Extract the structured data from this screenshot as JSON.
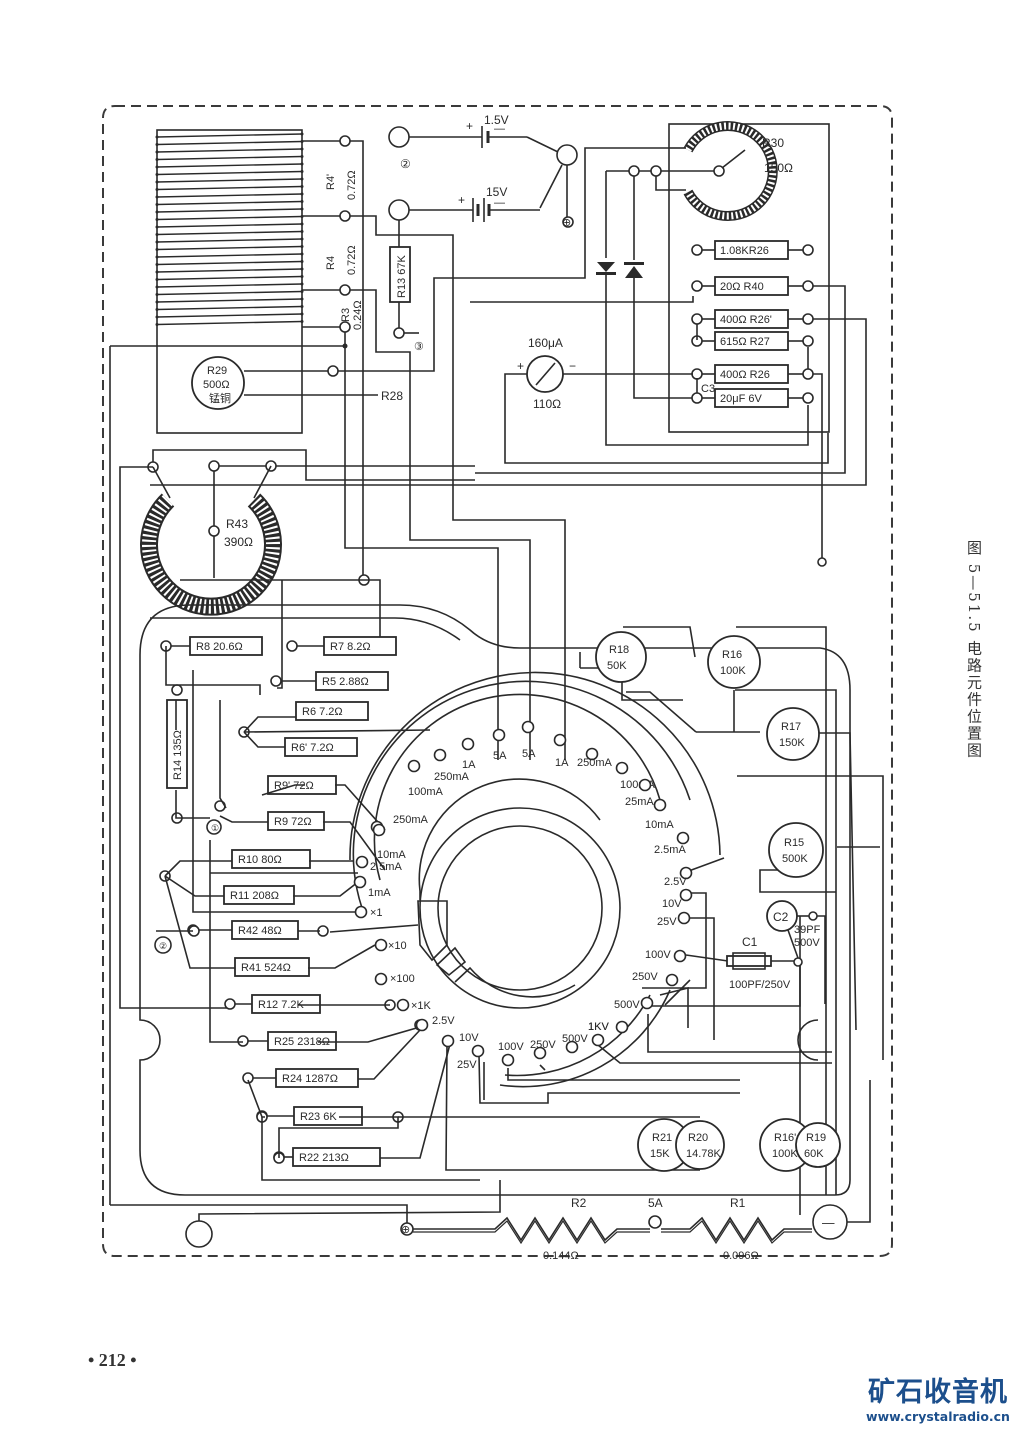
{
  "figure": {
    "caption": "图 5—51.5  电路元件位置图",
    "page_number": "• 212 •"
  },
  "watermark": {
    "title": "矿石收音机",
    "url": "www.crystalradio.cn"
  },
  "shunt_coil": {
    "taps": [
      {
        "name": "R4'",
        "value": "0.72Ω"
      },
      {
        "name": "R4",
        "value": "0.72Ω"
      },
      {
        "name": "R3",
        "value": "0.24Ω"
      }
    ],
    "pot": {
      "name": "R29",
      "value": "500Ω",
      "note": "锰铜"
    },
    "r28_label": "R28"
  },
  "batteries": [
    {
      "label": "1.5V",
      "plus": "+",
      "minus": "—"
    },
    {
      "label": "15V",
      "plus": "+",
      "minus": "—"
    }
  ],
  "terminal_marks": {
    "two": "②",
    "three": "③",
    "one": "①",
    "plus": "⊕"
  },
  "r13": {
    "label": "R13 67K"
  },
  "meter": {
    "label": "160μA",
    "resistance": "110Ω",
    "plus": "+",
    "minus": "−"
  },
  "r30": {
    "name": "R30",
    "value": "150Ω"
  },
  "meter_board": {
    "resistors": [
      "1.08KR26",
      "20Ω R40",
      "400Ω R26'",
      "615Ω R27",
      "400Ω R26",
      "20μF 6V"
    ],
    "c3_label": "C3"
  },
  "r43": {
    "name": "R43",
    "value": "390Ω"
  },
  "switch_resistors": [
    {
      "label": "R8 20.6Ω"
    },
    {
      "label": "R7 8.2Ω"
    },
    {
      "label": "R5 2.88Ω"
    },
    {
      "label": "R6 7.2Ω"
    },
    {
      "label": "R6' 7.2Ω"
    },
    {
      "label": "R14 135Ω"
    },
    {
      "label": "R9' 72Ω"
    },
    {
      "label": "R9 72Ω"
    },
    {
      "label": "R10 80Ω"
    },
    {
      "label": "R11 208Ω"
    },
    {
      "label": "R42 48Ω"
    },
    {
      "label": "R41 524Ω"
    },
    {
      "label": "R12 7.2K"
    },
    {
      "label": "R25 2318Ω"
    },
    {
      "label": "R24 1287Ω"
    },
    {
      "label": "R23 6K"
    },
    {
      "label": "R22 213Ω"
    }
  ],
  "round_resistors": [
    {
      "name": "R18",
      "value": "50K"
    },
    {
      "name": "R16",
      "value": "100K"
    },
    {
      "name": "R17",
      "value": "150K"
    },
    {
      "name": "R15",
      "value": "500K"
    },
    {
      "name": "R21",
      "value": "15K"
    },
    {
      "name": "R20",
      "value": "14.78K"
    },
    {
      "name": "R16'",
      "value": "100K"
    },
    {
      "name": "R19",
      "value": "60K"
    }
  ],
  "capacitors": {
    "c1": {
      "name": "C1",
      "value": "100PF/250V"
    },
    "c2": {
      "name": "C2",
      "value1": "39PF",
      "value2": "500V"
    }
  },
  "switch_positions": {
    "left_arc": [
      "100mA",
      "250mA",
      "10mA",
      "2.5mA",
      "1mA"
    ],
    "top_arc": [
      "250mA",
      "1A",
      "5A",
      "5A",
      "1A",
      "250mA"
    ],
    "right_arc": [
      "100mA",
      "25mA",
      "10mA",
      "2.5mA",
      "2.5V",
      "10V",
      "25V",
      "100V",
      "250V",
      "500V",
      "1KV"
    ],
    "ohms": [
      "×1",
      "×10",
      "×100",
      "×1K"
    ],
    "dc_volts_left": [
      "2.5V",
      "10V",
      "25V"
    ],
    "bottom_arc": [
      "100V",
      "250V",
      "500V",
      "1KV"
    ]
  },
  "bottom_shunt": {
    "r2": {
      "name": "R2",
      "value": "0.144Ω"
    },
    "r1": {
      "name": "R1",
      "value": "0.096Ω"
    },
    "tap": "5A",
    "plus": "⊕",
    "minus": "—"
  }
}
